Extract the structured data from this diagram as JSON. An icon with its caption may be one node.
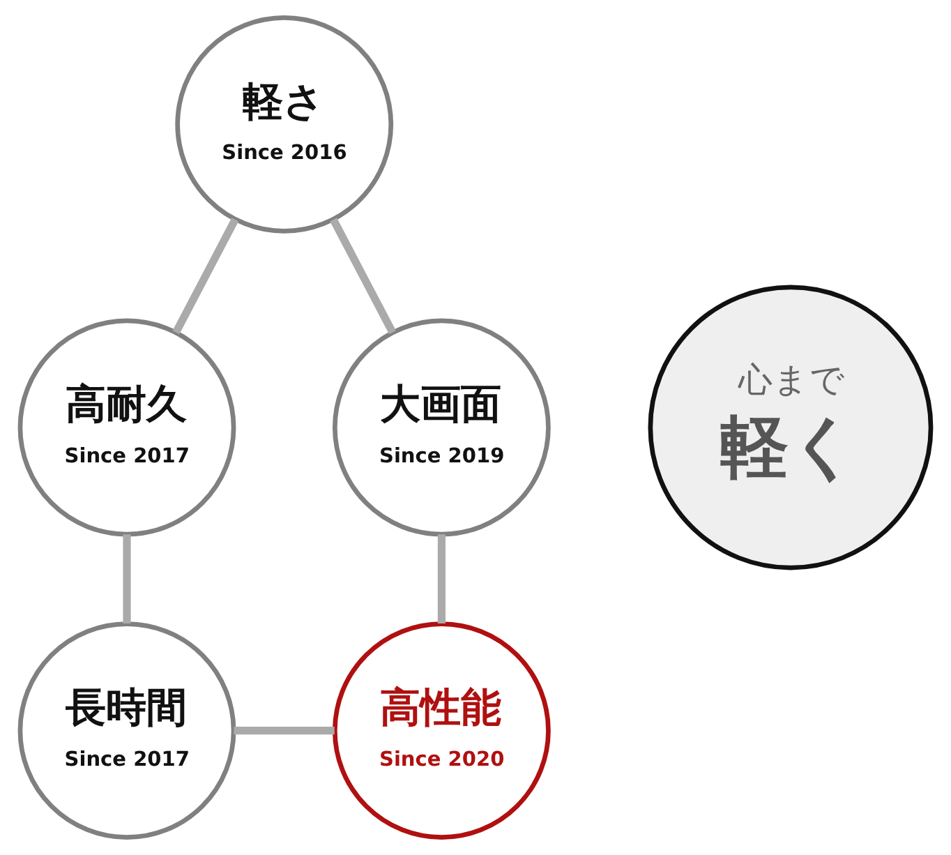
{
  "diagram": {
    "nodes": [
      {
        "text": [
          "軽さ",
          "Since 2016"
        ]
      },
      {
        "text": [
          "高耐久",
          "Since 2017"
        ]
      },
      {
        "text": [
          "心まで",
          "軽く"
        ]
      },
      {
        "text": [
          "大画面",
          "Since 2019"
        ]
      },
      {
        "text": [
          "長時間",
          "Since 2017"
        ]
      },
      {
        "text": [
          "高性能",
          "Since 2020"
        ]
      }
    ],
    "edges": [
      {
        "from": 0,
        "to": 3,
        "arrow": "none"
      },
      {
        "from": 3,
        "to": 5,
        "arrow": "none"
      },
      {
        "from": 4,
        "to": 5,
        "arrow": "none"
      },
      {
        "from": 1,
        "to": 4,
        "arrow": "none"
      },
      {
        "from": 0,
        "to": 1,
        "arrow": "none"
      }
    ]
  }
}
